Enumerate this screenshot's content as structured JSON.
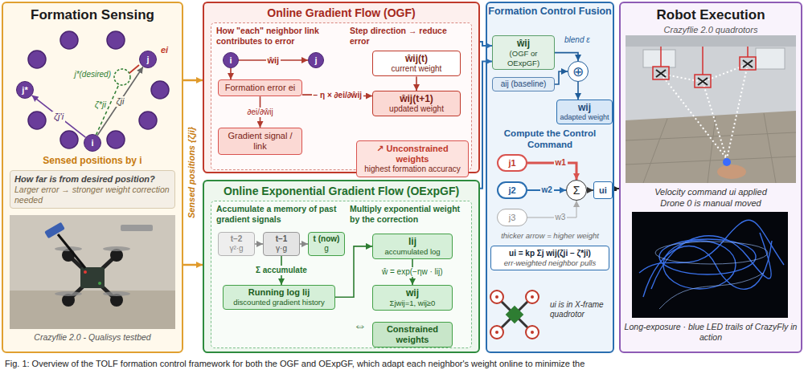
{
  "diagram": {
    "caption": "Fig. 1: Overview of the TOLF formation control framework for both the OGF and OExpGF, which adapt each neighbor's weight online to minimize the",
    "nodes": [
      {
        "text": [
          "Formation Sensing"
        ]
      },
      {
        "text": [
          "j*"
        ],
        "in": 0
      },
      {
        "text": [
          "j"
        ],
        "in": 0
      },
      {
        "text": [
          "i"
        ],
        "in": 0
      },
      {
        "text": [
          "How far is from desired position?",
          "Larger error → stronger weight correction needed"
        ],
        "in": 0
      },
      {
        "text": [
          "Online Gradient Flow (OGF)"
        ]
      },
      {
        "text": [
          "How \"each\" neighbor link contributes to error",
          "Step direction → reduce error"
        ],
        "in": 5
      },
      {
        "text": [
          "i"
        ],
        "in": 6
      },
      {
        "text": [
          "j"
        ],
        "in": 6
      },
      {
        "text": [
          "Formation error ei"
        ],
        "in": 6
      },
      {
        "text": [
          "Gradient signal / link"
        ],
        "in": 6
      },
      {
        "text": [
          "ŵij(t)",
          "current weight"
        ],
        "in": 6
      },
      {
        "text": [
          "ŵij(t+1)",
          "updated weight"
        ],
        "in": 6
      },
      {
        "text": [
          "↗ Unconstrained weights",
          "highest formation accuracy"
        ],
        "in": 6
      },
      {
        "text": [
          "Online Exponential Gradient Flow (OExpGF)"
        ]
      },
      {
        "text": [
          "Accumulate a memory of past gradient signals",
          "Multiply exponential weight by the correction"
        ],
        "in": 14
      },
      {
        "text": [
          "t−2",
          "γ²·g"
        ],
        "in": 15
      },
      {
        "text": [
          "t−1",
          "γ·g"
        ],
        "in": 15
      },
      {
        "text": [
          "t (now)",
          "g"
        ],
        "in": 15
      },
      {
        "text": [
          "Running log lij",
          "discounted gradient history"
        ],
        "in": 15
      },
      {
        "text": [
          "lij",
          "accumulated log"
        ],
        "in": 15
      },
      {
        "text": [
          "wij",
          "Σjwij=1, wij≥0"
        ],
        "in": 15
      },
      {
        "text": [
          "Constrained weights"
        ],
        "in": 15
      },
      {
        "text": [
          "Formation Control Fusion"
        ]
      },
      {
        "text": [
          "ŵij",
          "(OGF or OExpGF)"
        ],
        "in": 23
      },
      {
        "text": [
          "aij (baseline)"
        ],
        "in": 23
      },
      {
        "text": [
          "⊕"
        ],
        "in": 23
      },
      {
        "text": [
          "wij",
          "adapted weight"
        ],
        "in": 23
      },
      {
        "text": [
          "j1"
        ],
        "in": 23
      },
      {
        "text": [
          "j2"
        ],
        "in": 23
      },
      {
        "text": [
          "j3"
        ],
        "in": 23
      },
      {
        "text": [
          "Σ"
        ],
        "in": 23
      },
      {
        "text": [
          "ui"
        ],
        "in": 23
      },
      {
        "text": [
          "ui = kp Σj wij(ζji − ζ*ji)",
          "err-weighted neighbor pulls"
        ],
        "in": 23
      },
      {
        "text": [
          "Robot Execution",
          "Crazyflie 2.0 quadrotors"
        ]
      }
    ],
    "edges": [
      {
        "from": 3,
        "to": 2,
        "arrow": "to",
        "label": "ζji"
      },
      {
        "from": 3,
        "to": 1,
        "arrow": "to",
        "label": "ζj'i"
      },
      {
        "from": 0,
        "to": 5,
        "arrow": "to"
      },
      {
        "from": 0,
        "to": 14,
        "arrow": "to"
      },
      {
        "from": 7,
        "to": 8,
        "arrow": "to",
        "label": "ŵij"
      },
      {
        "from": 7,
        "to": 9,
        "arrow": "to"
      },
      {
        "from": 9,
        "to": 10,
        "arrow": "to",
        "label": "∂ei/∂ŵij"
      },
      {
        "from": 9,
        "to": 12,
        "arrow": "to",
        "label": "− η × ∂ei/∂ŵij"
      },
      {
        "from": 11,
        "to": 12,
        "arrow": "to"
      },
      {
        "from": 16,
        "to": 17,
        "arrow": "to"
      },
      {
        "from": 17,
        "to": 18,
        "arrow": "to"
      },
      {
        "from": 17,
        "to": 19,
        "arrow": "to",
        "label": "Σ accumulate"
      },
      {
        "from": 19,
        "to": 20,
        "arrow": "to"
      },
      {
        "from": 20,
        "to": 21,
        "arrow": "to",
        "label": "ŵ = exp(−ηw · lij)"
      },
      {
        "from": 5,
        "to": 24,
        "arrow": "to"
      },
      {
        "from": 14,
        "to": 24,
        "arrow": "to"
      },
      {
        "from": 24,
        "to": 26,
        "arrow": "to"
      },
      {
        "from": 25,
        "to": 26,
        "arrow": "to"
      },
      {
        "from": 26,
        "to": 27,
        "arrow": "to"
      },
      {
        "from": 28,
        "to": 31,
        "arrow": "to",
        "label": "w1"
      },
      {
        "from": 29,
        "to": 31,
        "arrow": "to",
        "label": "w2"
      },
      {
        "from": 30,
        "to": 31,
        "arrow": "to",
        "label": "w3"
      },
      {
        "from": 31,
        "to": 32,
        "arrow": "to"
      },
      {
        "from": 32,
        "to": 34,
        "arrow": "to"
      }
    ],
    "labels": [
      "j*(desired)",
      "ei",
      "ζ*ji",
      "Sensed positions by i",
      "Crazyflie 2.0 - Qualisys testbed",
      "Sensed positions {ζji}",
      "⇔",
      "blend ε",
      "Compute the Control Command",
      "thicker arrow = higher weight",
      "ui is in X-frame quadrotor",
      "Velocity command ui applied",
      "Drone 0 is manual moved",
      "Long-exposure · blue LED trails of CrazyFly in action"
    ]
  }
}
